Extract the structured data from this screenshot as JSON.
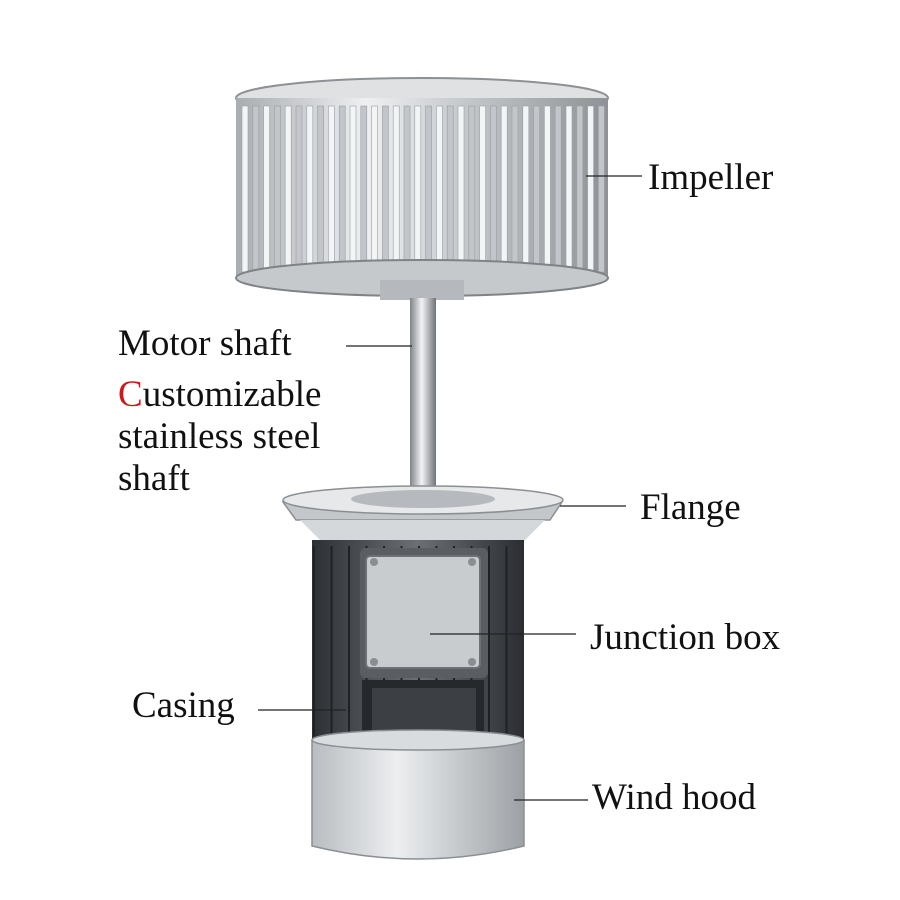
{
  "labels": {
    "impeller": "Impeller",
    "motor_shaft": "Motor shaft",
    "shaft_note": {
      "first_letter": "C",
      "line1_rest": "ustomizable",
      "line2": "stainless steel",
      "line3": "shaft"
    },
    "flange": "Flange",
    "junction_box": "Junction box",
    "casing": "Casing",
    "wind_hood": "Wind hood"
  },
  "colors": {
    "accent_letter": "#d01818",
    "label_text": "#111111"
  }
}
